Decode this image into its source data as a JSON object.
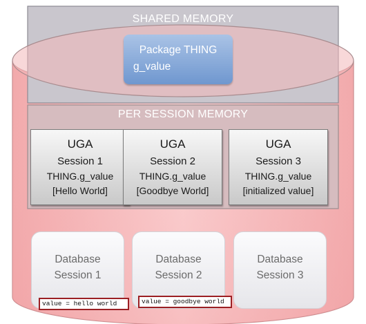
{
  "shared_memory": {
    "title": "SHARED MEMORY",
    "package": {
      "line1": "Package THING",
      "line2": "g_value"
    }
  },
  "per_session_memory": {
    "title": "PER SESSION MEMORY",
    "uga_boxes": [
      {
        "title": "UGA",
        "session": "Session 1",
        "variable": "THING.g_value",
        "value": "[Hello World]"
      },
      {
        "title": "UGA",
        "session": "Session 2",
        "variable": "THING.g_value",
        "value": "[Goodbye World]"
      },
      {
        "title": "UGA",
        "session": "Session 3",
        "variable": "THING.g_value",
        "value": "[initialized value]"
      }
    ]
  },
  "database_sessions": [
    {
      "line1": "Database",
      "line2": "Session 1"
    },
    {
      "line1": "Database",
      "line2": "Session 2"
    },
    {
      "line1": "Database",
      "line2": "Session 3"
    }
  ],
  "code_snippets": [
    "value = hello world",
    "value = goodbye world"
  ],
  "colors": {
    "cylinder_fill": "#f5b3b5",
    "cylinder_edge": "#c98a8d",
    "memory_box": "#d8c2c4",
    "package_blue": "#7ea3d8",
    "uga_gray": "#d6d6d6",
    "code_border": "#9b1f23"
  }
}
